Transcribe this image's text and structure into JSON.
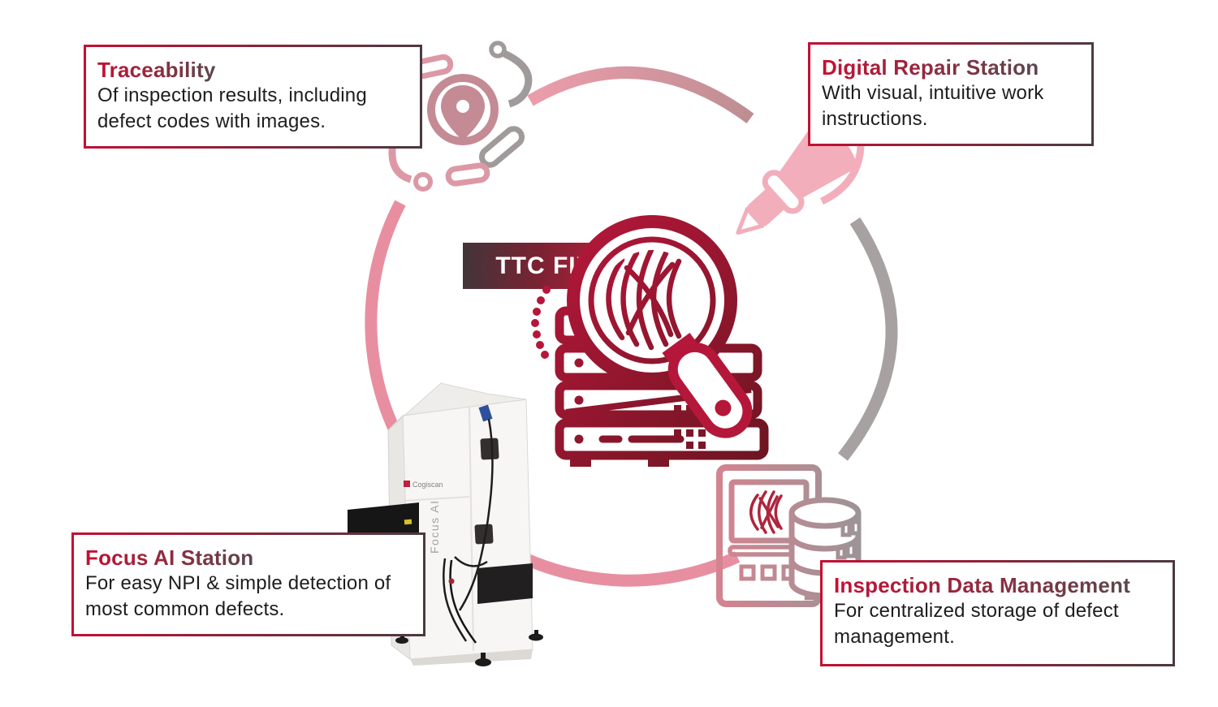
{
  "banner": {
    "label": "TTC FIX"
  },
  "callouts": [
    {
      "title": "Traceability",
      "body": "Of inspection results, including defect codes with images."
    },
    {
      "title": "Digital Repair Station",
      "body": "With visual, intuitive work instructions."
    },
    {
      "title": "Focus AI Station",
      "body": "For easy NPI & simple detection of most common defects."
    },
    {
      "title": "Inspection Data Management",
      "body": "For centralized storage of defect management."
    }
  ],
  "machine": {
    "brand": "Cogiscan",
    "model": "Focus AI"
  },
  "icons": {
    "top_left": "traceability-pin-magnifier-icon",
    "top_right": "soldering-iron-icon",
    "center": "server-rack-magnifier-icon",
    "bottom_right": "inspection-database-icon",
    "bottom_left": "focus-ai-machine-photo"
  },
  "colors": {
    "accent_red": "#c0203c",
    "crimson_dark": "#6e1522",
    "heading_gradient_start": "#c50f33",
    "heading_gradient_end": "#5a474c",
    "arc_pink": "#e78fa0",
    "arc_gray": "#a8a1a1",
    "banner_gradient_start": "#413539",
    "banner_gradient_end": "#c0203c"
  }
}
